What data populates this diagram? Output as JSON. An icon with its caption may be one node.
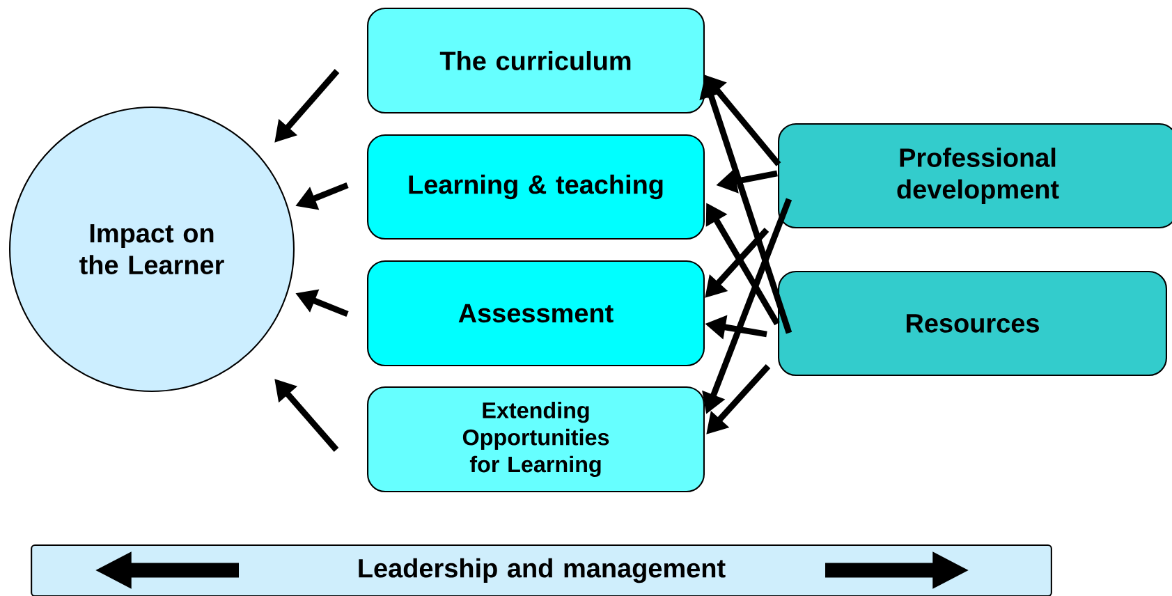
{
  "diagram": {
    "nodes": [
      {
        "text": [
          "Impact on the Learner"
        ]
      },
      {
        "text": [
          "The curriculum"
        ]
      },
      {
        "text": [
          "Learning & teaching"
        ]
      },
      {
        "text": [
          "Assessment"
        ]
      },
      {
        "text": [
          "Extending Opportunities for Learning"
        ]
      },
      {
        "text": [
          "Professional development"
        ]
      },
      {
        "text": [
          "Resources"
        ]
      },
      {
        "text": [
          "Leadership and management"
        ]
      }
    ],
    "edges": [
      {
        "from": 1,
        "to": 0,
        "arrow": "to"
      },
      {
        "from": 2,
        "to": 0,
        "arrow": "to"
      },
      {
        "from": 3,
        "to": 0,
        "arrow": "to"
      },
      {
        "from": 4,
        "to": 0,
        "arrow": "to"
      },
      {
        "from": 5,
        "to": 1,
        "arrow": "to"
      },
      {
        "from": 5,
        "to": 2,
        "arrow": "to"
      },
      {
        "from": 5,
        "to": 3,
        "arrow": "to"
      },
      {
        "from": 5,
        "to": 4,
        "arrow": "to"
      },
      {
        "from": 6,
        "to": 1,
        "arrow": "to"
      },
      {
        "from": 6,
        "to": 2,
        "arrow": "to"
      },
      {
        "from": 6,
        "to": 3,
        "arrow": "to"
      },
      {
        "from": 6,
        "to": 4,
        "arrow": "to"
      }
    ]
  }
}
